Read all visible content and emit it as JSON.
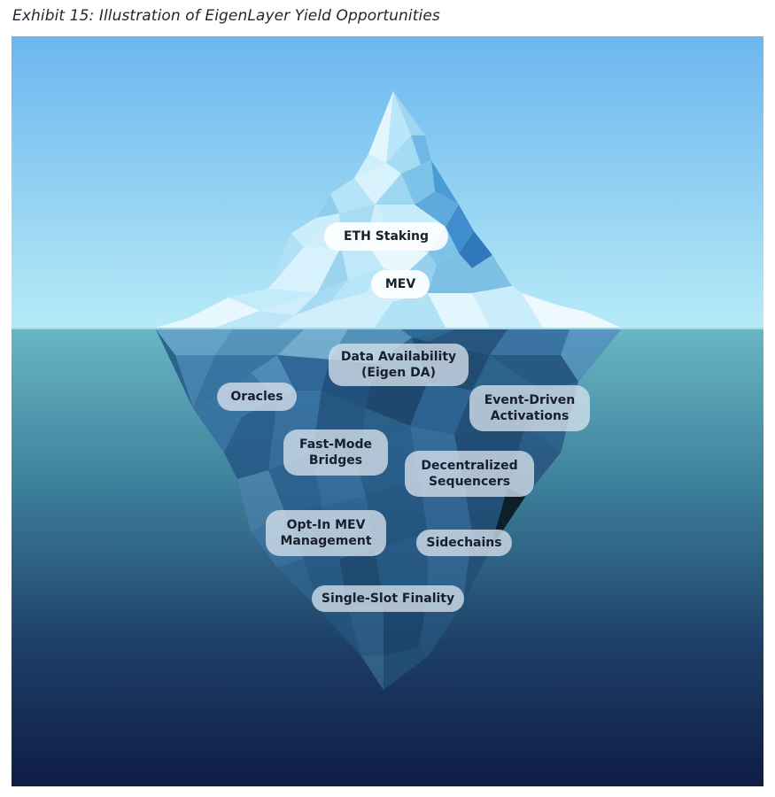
{
  "title": "Exhibit 15: Illustration of EigenLayer Yield Opportunities",
  "colors": {
    "sky_top": "#6cb6ee",
    "sky_bottom": "#b6eaf7",
    "water_top": "#69b6c4",
    "water_bottom": "#0f1d45",
    "ice_light": "#d8f1fb",
    "ice_dark": "#2c5a85",
    "label_background": "#e6eef5"
  },
  "above_water": [
    {
      "id": "eth-staking",
      "lines": [
        "ETH Staking"
      ]
    },
    {
      "id": "mev",
      "lines": [
        "MEV"
      ]
    }
  ],
  "below_water": [
    {
      "id": "data-availability",
      "lines": [
        "Data Availability",
        "(Eigen DA)"
      ]
    },
    {
      "id": "oracles",
      "lines": [
        "Oracles"
      ]
    },
    {
      "id": "event-driven-activations",
      "lines": [
        "Event-Driven",
        "Activations"
      ]
    },
    {
      "id": "fast-mode-bridges",
      "lines": [
        "Fast-Mode",
        "Bridges"
      ]
    },
    {
      "id": "decentralized-sequencers",
      "lines": [
        "Decentralized",
        "Sequencers"
      ]
    },
    {
      "id": "opt-in-mev-management",
      "lines": [
        "Opt-In MEV",
        "Management"
      ]
    },
    {
      "id": "sidechains",
      "lines": [
        "Sidechains"
      ]
    },
    {
      "id": "single-slot-finality",
      "lines": [
        "Single-Slot Finality"
      ]
    }
  ]
}
